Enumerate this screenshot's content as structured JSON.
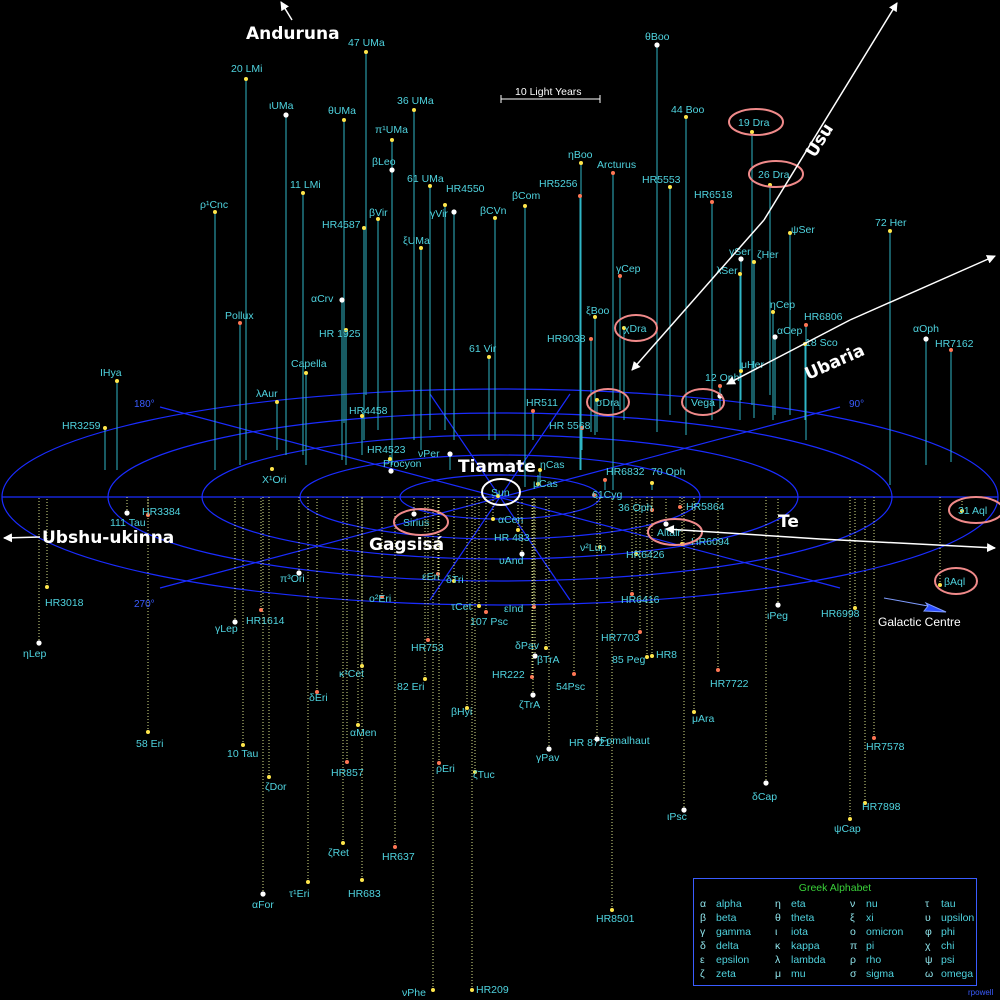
{
  "scale_label": "10 Light Years",
  "ring_labels": {
    "deg180": "180°",
    "deg90": "90°",
    "deg270": "270°"
  },
  "directions": [
    {
      "id": "anduruna",
      "label": "Anduruna"
    },
    {
      "id": "usu",
      "label": "Usu"
    },
    {
      "id": "ubaria",
      "label": "Ubaria"
    },
    {
      "id": "tiamate",
      "label": "Tiamate"
    },
    {
      "id": "gagsisa",
      "label": "Gagsisá"
    },
    {
      "id": "te",
      "label": "Te"
    },
    {
      "id": "ubshu",
      "label": "Ubshu-ukinna"
    }
  ],
  "galactic_centre": "Galactic Centre",
  "stars": [
    {
      "n": "47 UMa",
      "c": "#ffe64c",
      "a": 1
    },
    {
      "n": "20 LMi",
      "c": "#ffe64c",
      "a": 1
    },
    {
      "n": "θBoo",
      "c": "#ffffff",
      "a": 1
    },
    {
      "n": "ιUMa",
      "c": "#ffffff",
      "a": 1
    },
    {
      "n": "θUMa",
      "c": "#ffe64c",
      "a": 1
    },
    {
      "n": "36 UMa",
      "c": "#ffe64c",
      "a": 1
    },
    {
      "n": "44 Boo",
      "c": "#ffe64c",
      "a": 1
    },
    {
      "n": "19 Dra",
      "c": "#ffe64c",
      "a": 1,
      "hl": 1
    },
    {
      "n": "π¹UMa",
      "c": "#ffe64c",
      "a": 1
    },
    {
      "n": "ηBoo",
      "c": "#ffe64c",
      "a": 1
    },
    {
      "n": "Arcturus",
      "c": "#ff7755",
      "a": 1
    },
    {
      "n": "βLeo",
      "c": "#ffffff",
      "a": 1
    },
    {
      "n": "HR5553",
      "c": "#ffe64c",
      "a": 1
    },
    {
      "n": "26 Dra",
      "c": "#ffe64c",
      "a": 1,
      "hl": 1
    },
    {
      "n": "61 UMa",
      "c": "#ffe64c",
      "a": 1
    },
    {
      "n": "11 LMi",
      "c": "#ffe64c",
      "a": 1
    },
    {
      "n": "HR4550",
      "c": "#ffe64c",
      "a": 1
    },
    {
      "n": "HR5256",
      "c": "#ff7755",
      "a": 1
    },
    {
      "n": "βCom",
      "c": "#ffe64c",
      "a": 1
    },
    {
      "n": "HR6518",
      "c": "#ff7755",
      "a": 1
    },
    {
      "n": "ρ¹Cnc",
      "c": "#ffe64c",
      "a": 1
    },
    {
      "n": "βCVn",
      "c": "#ffe64c",
      "a": 1
    },
    {
      "n": "βVir",
      "c": "#ffe64c",
      "a": 1
    },
    {
      "n": "γVir",
      "c": "#ffffff",
      "a": 1
    },
    {
      "n": "HR4587",
      "c": "#ffe64c",
      "a": 1
    },
    {
      "n": "ψSer",
      "c": "#ffe64c",
      "a": 1
    },
    {
      "n": "72 Her",
      "c": "#ffe64c",
      "a": 1
    },
    {
      "n": "ξUMa",
      "c": "#ffe64c",
      "a": 1
    },
    {
      "n": "γSer",
      "c": "#ffffff",
      "a": 1
    },
    {
      "n": "ζHer",
      "c": "#ffe64c",
      "a": 1
    },
    {
      "n": "λSer",
      "c": "#ffe64c",
      "a": 1
    },
    {
      "n": "γCep",
      "c": "#ff7755",
      "a": 1
    },
    {
      "n": "αCrv",
      "c": "#ffffff",
      "a": 1
    },
    {
      "n": "Pollux",
      "c": "#ff7755",
      "a": 1
    },
    {
      "n": "HR 1925",
      "c": "#ffe64c",
      "a": 1
    },
    {
      "n": "ξBoo",
      "c": "#ffe64c",
      "a": 1
    },
    {
      "n": "χDra",
      "c": "#ffe64c",
      "a": 1,
      "hl": 1
    },
    {
      "n": "ηCep",
      "c": "#ffe64c",
      "a": 1
    },
    {
      "n": "HR6806",
      "c": "#ff7755",
      "a": 1
    },
    {
      "n": "αCep",
      "c": "#ffffff",
      "a": 1
    },
    {
      "n": "18 Sco",
      "c": "#ffe64c",
      "a": 1
    },
    {
      "n": "αOph",
      "c": "#ffffff",
      "a": 1
    },
    {
      "n": "HR7162",
      "c": "#ff7755",
      "a": 1
    },
    {
      "n": "HR9038",
      "c": "#ff7755",
      "a": 1
    },
    {
      "n": "61 Vir",
      "c": "#ffe64c",
      "a": 1
    },
    {
      "n": "Capella",
      "c": "#ffe64c",
      "a": 1
    },
    {
      "n": "μHer",
      "c": "#ffe64c",
      "a": 1
    },
    {
      "n": "12 Oph",
      "c": "#ff7755",
      "a": 1
    },
    {
      "n": "IHya",
      "c": "#ffe64c",
      "a": 1
    },
    {
      "n": "λAur",
      "c": "#ffe64c",
      "a": 1
    },
    {
      "n": "Vega",
      "c": "#ffffff",
      "a": 1,
      "hl": 1
    },
    {
      "n": "σDra",
      "c": "#ffe64c",
      "a": 1,
      "hl": 1
    },
    {
      "n": "HR511",
      "c": "#ff7755",
      "a": 1
    },
    {
      "n": "HR4458",
      "c": "#ffe64c",
      "a": 1
    },
    {
      "n": "HR 5568",
      "c": "#ff7755",
      "a": 1
    },
    {
      "n": "HR3259",
      "c": "#ffe64c",
      "a": 1
    },
    {
      "n": "HR4523",
      "c": "#ffe64c",
      "a": 1
    },
    {
      "n": "νPer",
      "c": "#ffffff",
      "a": 1
    },
    {
      "n": "Procyon",
      "c": "#ffffff",
      "a": 1
    },
    {
      "n": "ηCas",
      "c": "#ffe64c",
      "a": 1
    },
    {
      "n": "HR6832",
      "c": "#ff7755",
      "a": 1
    },
    {
      "n": "70 Oph",
      "c": "#ffe64c",
      "a": 1
    },
    {
      "n": "X¹Ori",
      "c": "#ffe64c",
      "a": 1
    },
    {
      "n": "μCas",
      "c": "#ffe64c",
      "a": 1
    },
    {
      "n": "Sun",
      "c": "#ffe64c",
      "a": 1,
      "hl": 1
    },
    {
      "n": "61Cyg",
      "c": "#ff7755",
      "a": 0
    },
    {
      "n": "36 Oph",
      "c": "#ff7755",
      "a": 0
    },
    {
      "n": "HR5864",
      "c": "#ff7755",
      "a": 0
    },
    {
      "n": "31 Aql",
      "c": "#ffe64c",
      "a": 0,
      "hl": 1
    },
    {
      "n": "111 Tau",
      "c": "#ffffff",
      "a": 0
    },
    {
      "n": "HR3384",
      "c": "#ff7755",
      "a": 0
    },
    {
      "n": "Sirius",
      "c": "#ffffff",
      "a": 0,
      "hl": 1
    },
    {
      "n": "αCen",
      "c": "#ffe64c",
      "a": 0
    },
    {
      "n": "Altair",
      "c": "#ffffff",
      "a": 0,
      "hl": 1
    },
    {
      "n": "HR 483",
      "c": "#ffe64c",
      "a": 0
    },
    {
      "n": "HR6094",
      "c": "#ffe64c",
      "a": 0
    },
    {
      "n": "υAnd",
      "c": "#ffffff",
      "a": 0
    },
    {
      "n": "ν²Lup",
      "c": "#ffe64c",
      "a": 0
    },
    {
      "n": "HR6426",
      "c": "#ffe64c",
      "a": 0
    },
    {
      "n": "βAql",
      "c": "#ffe64c",
      "a": 0,
      "hl": 1
    },
    {
      "n": "π³Ori",
      "c": "#ffffff",
      "a": 0
    },
    {
      "n": "εEri",
      "c": "#ff7755",
      "a": 0
    },
    {
      "n": "δTri",
      "c": "#ffe64c",
      "a": 0
    },
    {
      "n": "HR3018",
      "c": "#ffe64c",
      "a": 0
    },
    {
      "n": "o²Eri",
      "c": "#ff7755",
      "a": 0
    },
    {
      "n": "HR6416",
      "c": "#ff7755",
      "a": 0
    },
    {
      "n": "HR1614",
      "c": "#ff7755",
      "a": 0
    },
    {
      "n": "τCet",
      "c": "#ffe64c",
      "a": 0
    },
    {
      "n": "εInd",
      "c": "#ff7755",
      "a": 0
    },
    {
      "n": "ιPeg",
      "c": "#ffffff",
      "a": 0
    },
    {
      "n": "HR6998",
      "c": "#ffe64c",
      "a": 0
    },
    {
      "n": "γLep",
      "c": "#ffffff",
      "a": 0
    },
    {
      "n": "107 Psc",
      "c": "#ff7755",
      "a": 0
    },
    {
      "n": "HR7703",
      "c": "#ff7755",
      "a": 0
    },
    {
      "n": "ηLep",
      "c": "#ffffff",
      "a": 0
    },
    {
      "n": "HR753",
      "c": "#ff7755",
      "a": 0
    },
    {
      "n": "δPav",
      "c": "#ffe64c",
      "a": 0
    },
    {
      "n": "85 Peg",
      "c": "#ffe64c",
      "a": 0
    },
    {
      "n": "HR8",
      "c": "#ffe64c",
      "a": 0
    },
    {
      "n": "βTrA",
      "c": "#ffffff",
      "a": 0
    },
    {
      "n": "κ¹Cet",
      "c": "#ffe64c",
      "a": 0
    },
    {
      "n": "HR222",
      "c": "#ff7755",
      "a": 0
    },
    {
      "n": "54Psc",
      "c": "#ff7755",
      "a": 0
    },
    {
      "n": "HR7722",
      "c": "#ff7755",
      "a": 0
    },
    {
      "n": "82 Eri",
      "c": "#ffe64c",
      "a": 0
    },
    {
      "n": "δEri",
      "c": "#ff7755",
      "a": 0
    },
    {
      "n": "ζTrA",
      "c": "#ffffff",
      "a": 0
    },
    {
      "n": "βHyi",
      "c": "#ffe64c",
      "a": 0
    },
    {
      "n": "μAra",
      "c": "#ffe64c",
      "a": 0
    },
    {
      "n": "58 Eri",
      "c": "#ffe64c",
      "a": 0
    },
    {
      "n": "αMen",
      "c": "#ffe64c",
      "a": 0
    },
    {
      "n": "HR 8721",
      "c": "#ff7755",
      "a": 0
    },
    {
      "n": "Fomalhaut",
      "c": "#ffffff",
      "a": 0
    },
    {
      "n": "10 Tau",
      "c": "#ffe64c",
      "a": 0
    },
    {
      "n": "γPav",
      "c": "#ffffff",
      "a": 0
    },
    {
      "n": "HR7578",
      "c": "#ff7755",
      "a": 0
    },
    {
      "n": "HR857",
      "c": "#ff7755",
      "a": 0
    },
    {
      "n": "ρEri",
      "c": "#ff7755",
      "a": 0
    },
    {
      "n": "ζTuc",
      "c": "#ffe64c",
      "a": 0
    },
    {
      "n": "ζDor",
      "c": "#ffe64c",
      "a": 0
    },
    {
      "n": "δCap",
      "c": "#ffffff",
      "a": 0
    },
    {
      "n": "HR7898",
      "c": "#ffe64c",
      "a": 0
    },
    {
      "n": "ιPsc",
      "c": "#ffffff",
      "a": 0
    },
    {
      "n": "ψCap",
      "c": "#ffe64c",
      "a": 0
    },
    {
      "n": "ζRet",
      "c": "#ffe64c",
      "a": 0
    },
    {
      "n": "HR637",
      "c": "#ff7755",
      "a": 0
    },
    {
      "n": "τ¹Eri",
      "c": "#ffe64c",
      "a": 0
    },
    {
      "n": "HR683",
      "c": "#ffe64c",
      "a": 0
    },
    {
      "n": "αFor",
      "c": "#ffffff",
      "a": 0
    },
    {
      "n": "HR8501",
      "c": "#ffe64c",
      "a": 0
    },
    {
      "n": "νPhe",
      "c": "#ffe64c",
      "a": 0
    },
    {
      "n": "HR209",
      "c": "#ffe64c",
      "a": 0
    }
  ],
  "greek": {
    "title": "Greek Alphabet",
    "letters": [
      {
        "s": "α",
        "n": "alpha"
      },
      {
        "s": "β",
        "n": "beta"
      },
      {
        "s": "γ",
        "n": "gamma"
      },
      {
        "s": "δ",
        "n": "delta"
      },
      {
        "s": "ε",
        "n": "epsilon"
      },
      {
        "s": "ζ",
        "n": "zeta"
      },
      {
        "s": "η",
        "n": "eta"
      },
      {
        "s": "θ",
        "n": "theta"
      },
      {
        "s": "ι",
        "n": "iota"
      },
      {
        "s": "κ",
        "n": "kappa"
      },
      {
        "s": "λ",
        "n": "lambda"
      },
      {
        "s": "μ",
        "n": "mu"
      },
      {
        "s": "ν",
        "n": "nu"
      },
      {
        "s": "ξ",
        "n": "xi"
      },
      {
        "s": "ο",
        "n": "omicron"
      },
      {
        "s": "π",
        "n": "pi"
      },
      {
        "s": "ρ",
        "n": "rho"
      },
      {
        "s": "σ",
        "n": "sigma"
      },
      {
        "s": "τ",
        "n": "tau"
      },
      {
        "s": "υ",
        "n": "upsilon"
      },
      {
        "s": "φ",
        "n": "phi"
      },
      {
        "s": "χ",
        "n": "chi"
      },
      {
        "s": "ψ",
        "n": "psi"
      },
      {
        "s": "ω",
        "n": "omega"
      }
    ]
  },
  "credit": "rpowell"
}
